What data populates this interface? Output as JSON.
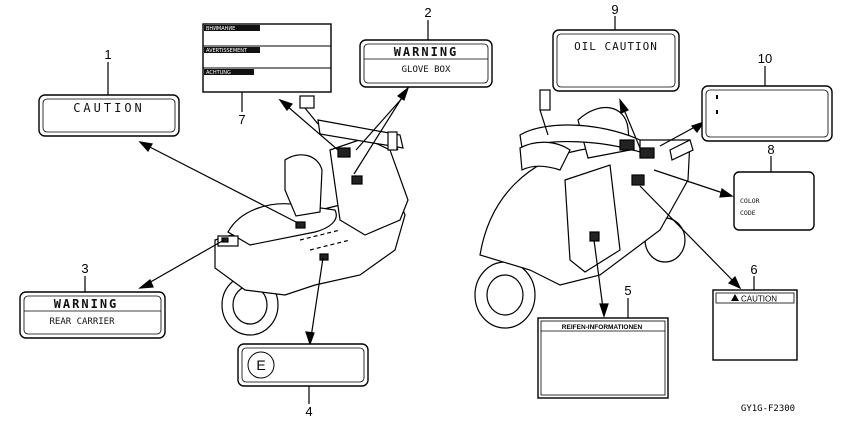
{
  "callouts": {
    "n1": "1",
    "n2": "2",
    "n3": "3",
    "n4": "4",
    "n5": "5",
    "n6": "6",
    "n7": "7",
    "n8": "8",
    "n9": "9",
    "n10": "10"
  },
  "labels": {
    "l1": "CAUTION",
    "l2_title": "WARNING",
    "l2_sub": "GLOVE BOX",
    "l3_title": "WARNING",
    "l3_sub": "REAR CARRIER",
    "l4": "E",
    "l5": "REIFEN-INFORMATIONEN",
    "l6": "CAUTION",
    "l7_a": "ВНИМАНИЕ",
    "l7_b": "AVERTISSEMENT",
    "l7_c": "ACHTUNG",
    "l8_a": "COLOR",
    "l8_b": "CODE",
    "l9": "OIL CAUTION"
  },
  "figure_code": "GY1G-F2300"
}
